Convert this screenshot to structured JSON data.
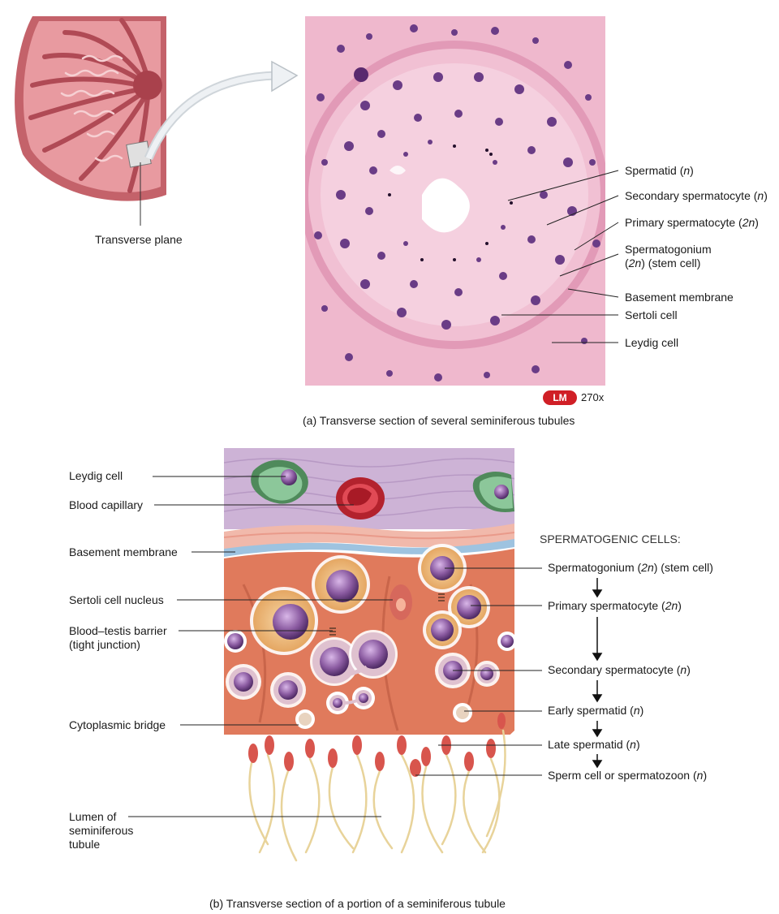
{
  "panel_a": {
    "plane_label": "Transverse plane",
    "caption": "(a) Transverse section of several seminiferous tubules",
    "badge": "LM",
    "magnification": "270x",
    "labels": {
      "spermatid": {
        "pre": "Spermatid (",
        "ital": "n",
        "post": ")"
      },
      "secondary": {
        "pre": "Secondary spermatocyte (",
        "ital": "n",
        "post": ")"
      },
      "primary": {
        "pre": "Primary spermatocyte (",
        "ital": "2n",
        "post": ")"
      },
      "spermatogonium_l1": "Spermatogonium",
      "spermatogonium_l2": {
        "pre": "(",
        "ital": "2n",
        "post": ") (stem cell)"
      },
      "basement": "Basement membrane",
      "sertoli": "Sertoli cell",
      "leydig": "Leydig cell"
    }
  },
  "panel_b": {
    "caption": "(b) Transverse section of a portion of a seminiferous tubule",
    "left_labels": {
      "leydig": "Leydig cell",
      "capillary": "Blood capillary",
      "basement": "Basement membrane",
      "sertoli_nucleus": "Sertoli cell nucleus",
      "barrier_l1": "Blood–testis barrier",
      "barrier_l2": "(tight junction)",
      "bridge": "Cytoplasmic bridge",
      "lumen_l1": "Lumen of",
      "lumen_l2": "seminiferous",
      "lumen_l3": "tubule"
    },
    "stages_heading": "SPERMATOGENIC CELLS:",
    "stages": {
      "s1": {
        "pre": "Spermatogonium (",
        "ital": "2n",
        "post": ") (stem cell)"
      },
      "s2": {
        "pre": "Primary spermatocyte (",
        "ital": "2n",
        "post": ")"
      },
      "s3": {
        "pre": "Secondary spermatocyte (",
        "ital": "n",
        "post": ")"
      },
      "s4": {
        "pre": "Early spermatid (",
        "ital": "n",
        "post": ")"
      },
      "s5": {
        "pre": "Late spermatid (",
        "ital": "n",
        "post": ")"
      },
      "s6": {
        "pre": "Sperm cell or spermatozoon (",
        "ital": "n",
        "post": ")"
      }
    }
  },
  "colors": {
    "tissue_pink": "#f2b8cc",
    "sertoli_orange": "#e07a5c",
    "nucleus_purple": "#7a4a8c",
    "basement_blue": "#9ec3e0",
    "leydig_green": "#4f8a5b"
  }
}
